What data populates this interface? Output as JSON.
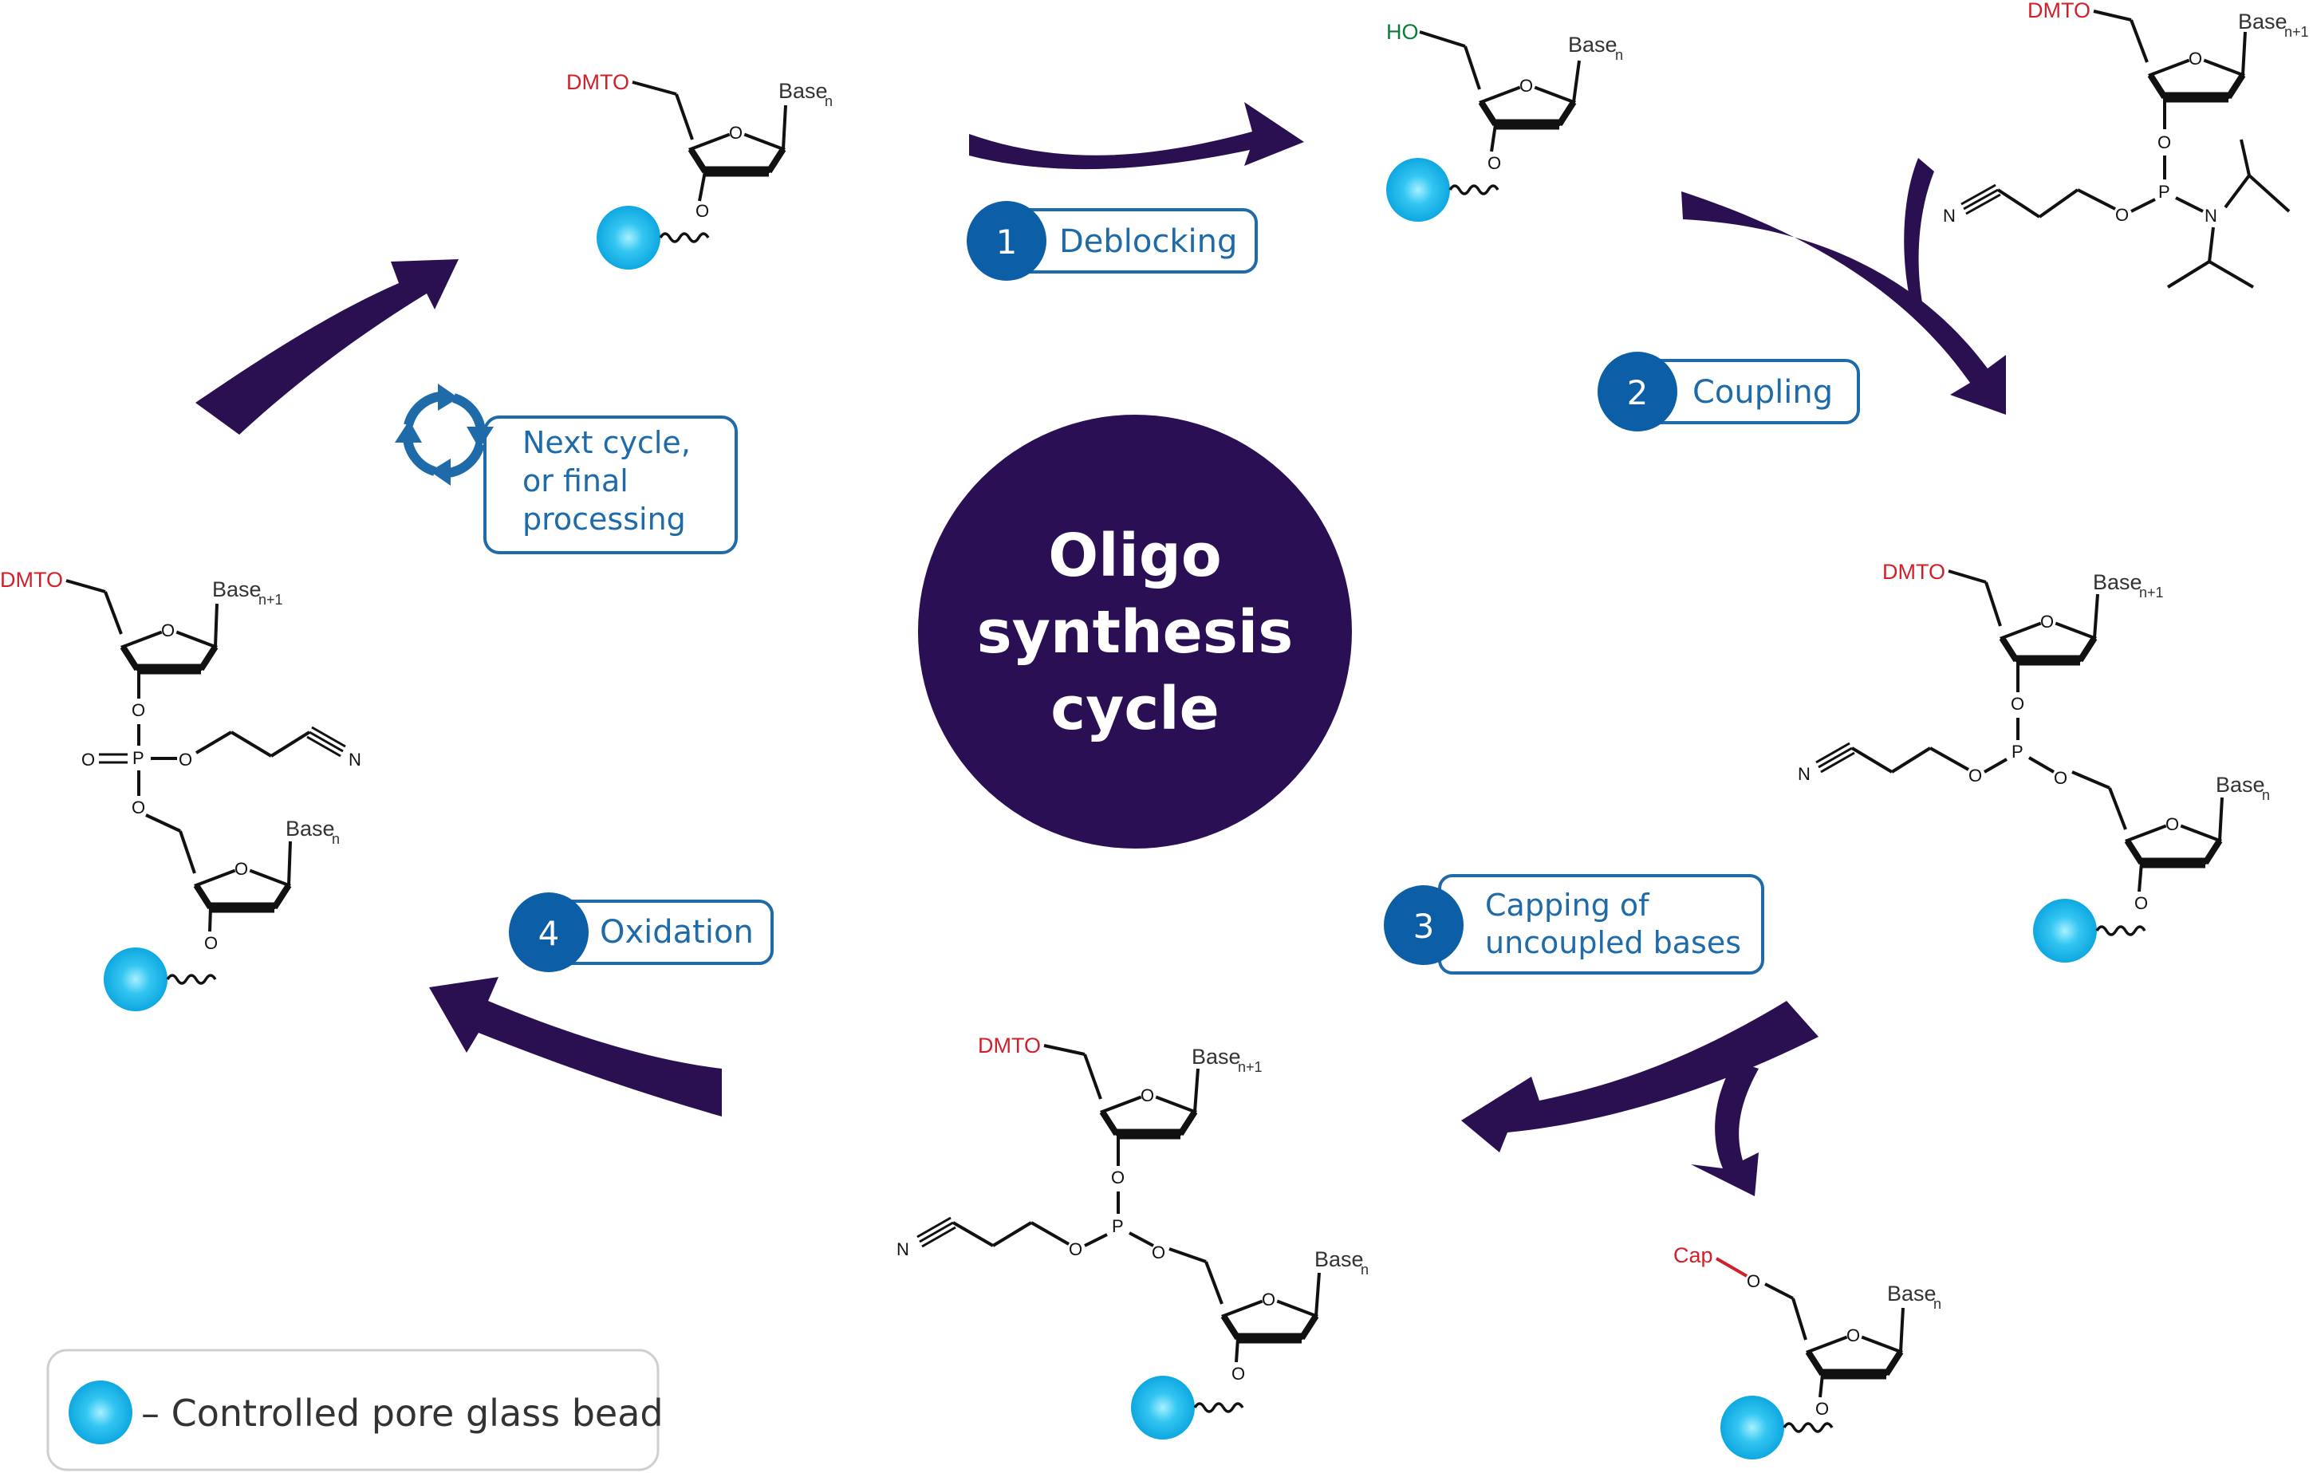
{
  "center": {
    "line1": "Oligo",
    "line2": "synthesis",
    "line3": "cycle"
  },
  "steps": [
    {
      "number": "1",
      "label": "Deblocking"
    },
    {
      "number": "2",
      "label": "Coupling"
    },
    {
      "number": "3",
      "line1": "Capping of",
      "line2": "uncoupled bases"
    },
    {
      "number": "4",
      "label": "Oxidation"
    }
  ],
  "next_cycle": {
    "line1": "Next cycle,",
    "line2": "or final",
    "line3": "processing"
  },
  "legend": {
    "text": "– Controlled pore glass bead"
  },
  "chem_labels": {
    "dmto": "DMTO",
    "ho": "HO",
    "cap": "Cap",
    "base": "Base",
    "sub_n": "n",
    "sub_n1": "n+1",
    "o": "O",
    "p": "P",
    "n": "N"
  },
  "colors": {
    "arrow": "#2a1050",
    "circle": "#2a0f55",
    "step_badge": "#0c5ea6",
    "step_text": "#1f6aa8",
    "red_group": "#d21f2a",
    "green_group": "#0e7a3a",
    "bead": "#19b0e8",
    "chem_line": "#111111"
  }
}
